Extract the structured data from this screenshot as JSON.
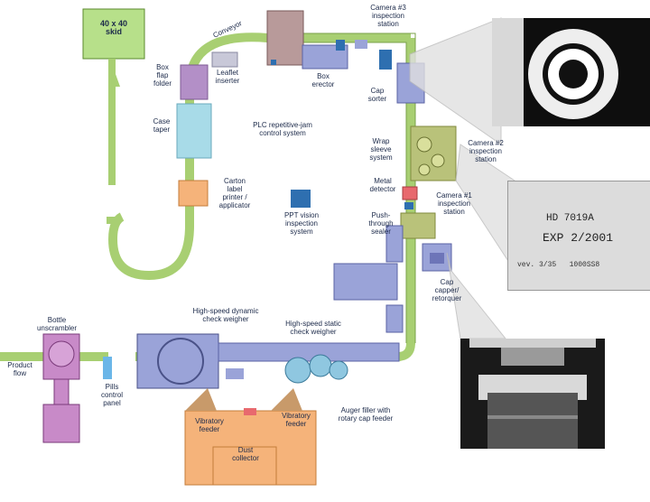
{
  "labels": {
    "skid": "40 x 40\nskid",
    "conveyor": "Conveyor",
    "box_flap_folder": "Box\nflap\nfolder",
    "leaflet_inserter": "Leaflet\ninserter",
    "box_erector": "Box\nerector",
    "camera_3": "Camera #3\ninspection\nstation",
    "case_taper": "Case\ntaper",
    "plc_control": "PLC repetitive-jam\ncontrol system",
    "cap_sorter": "Cap\nsorter",
    "wrap_sleeve": "Wrap\nsleeve\nsystem",
    "camera_2": "Camera #2\ninspection\nstation",
    "carton_label": "Carton\nlabel\nprinter /\napplicator",
    "metal_detector": "Metal\ndetector",
    "camera_1": "Camera #1\ninspection\nstation",
    "ppt_vision": "PPT vision\ninspection\nsystem",
    "push_through": "Push-\nthrough\nsealer",
    "cap_capper": "Cap\ncapper/\nretorquer",
    "bottle_unscrambler": "Bottle\nunscrambler",
    "product_flow": "Product\nflow",
    "high_speed_dynamic": "High-speed dynamic\ncheck weigher",
    "high_speed_static": "High-speed static\ncheck weigher",
    "pills_control": "Pills\ncontrol\npanel",
    "vibratory_feeder_1": "Vibratory\nfeeder",
    "vibratory_feeder_2": "Vibratory\nfeeder",
    "dust_collector": "Dust\ncollector",
    "auger_filler": "Auger filler with\nrotary cap feeder"
  },
  "photo_label": {
    "line1": "HD 7019A",
    "line2": "EXP 2/2001",
    "line3": "vev. 3/35   1000SS8"
  },
  "colors": {
    "conveyor": "#a8cf72",
    "equipment_blue": "#9aa3d8",
    "accent_blue": "#2e6fb0",
    "purple": "#b38fc7",
    "cyan": "#a8dbe8",
    "orange": "#f5b37a",
    "olive": "#b9c27a",
    "red": "#e8696e",
    "green_skid": "#b7e08a"
  }
}
